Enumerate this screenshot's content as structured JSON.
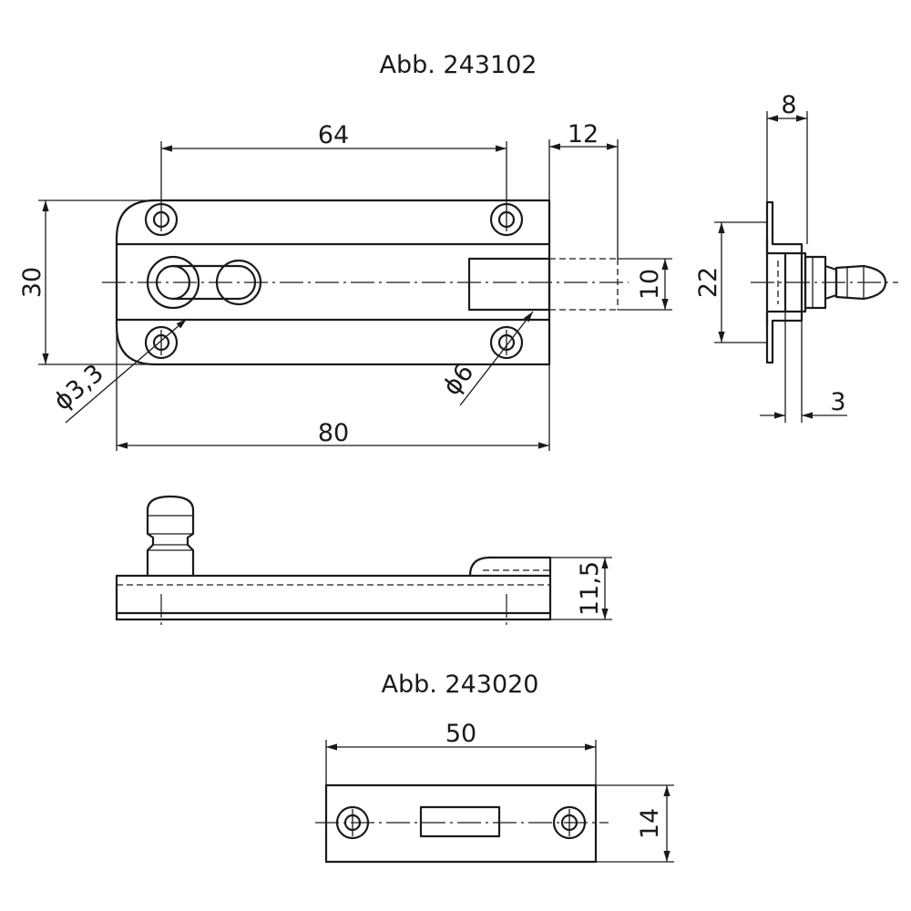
{
  "figures": {
    "top_title": "Abb. 243102",
    "bottom_title": "Abb. 243020"
  },
  "dimensions": {
    "d64": "64",
    "d12": "12",
    "d30": "30",
    "d10": "10",
    "d80": "80",
    "d_hole_small": "ϕ3,3",
    "d_hole_large": "ϕ6",
    "d8": "8",
    "d22": "22",
    "d3": "3",
    "d11_5": "11,5",
    "d50": "50",
    "d14": "14"
  }
}
